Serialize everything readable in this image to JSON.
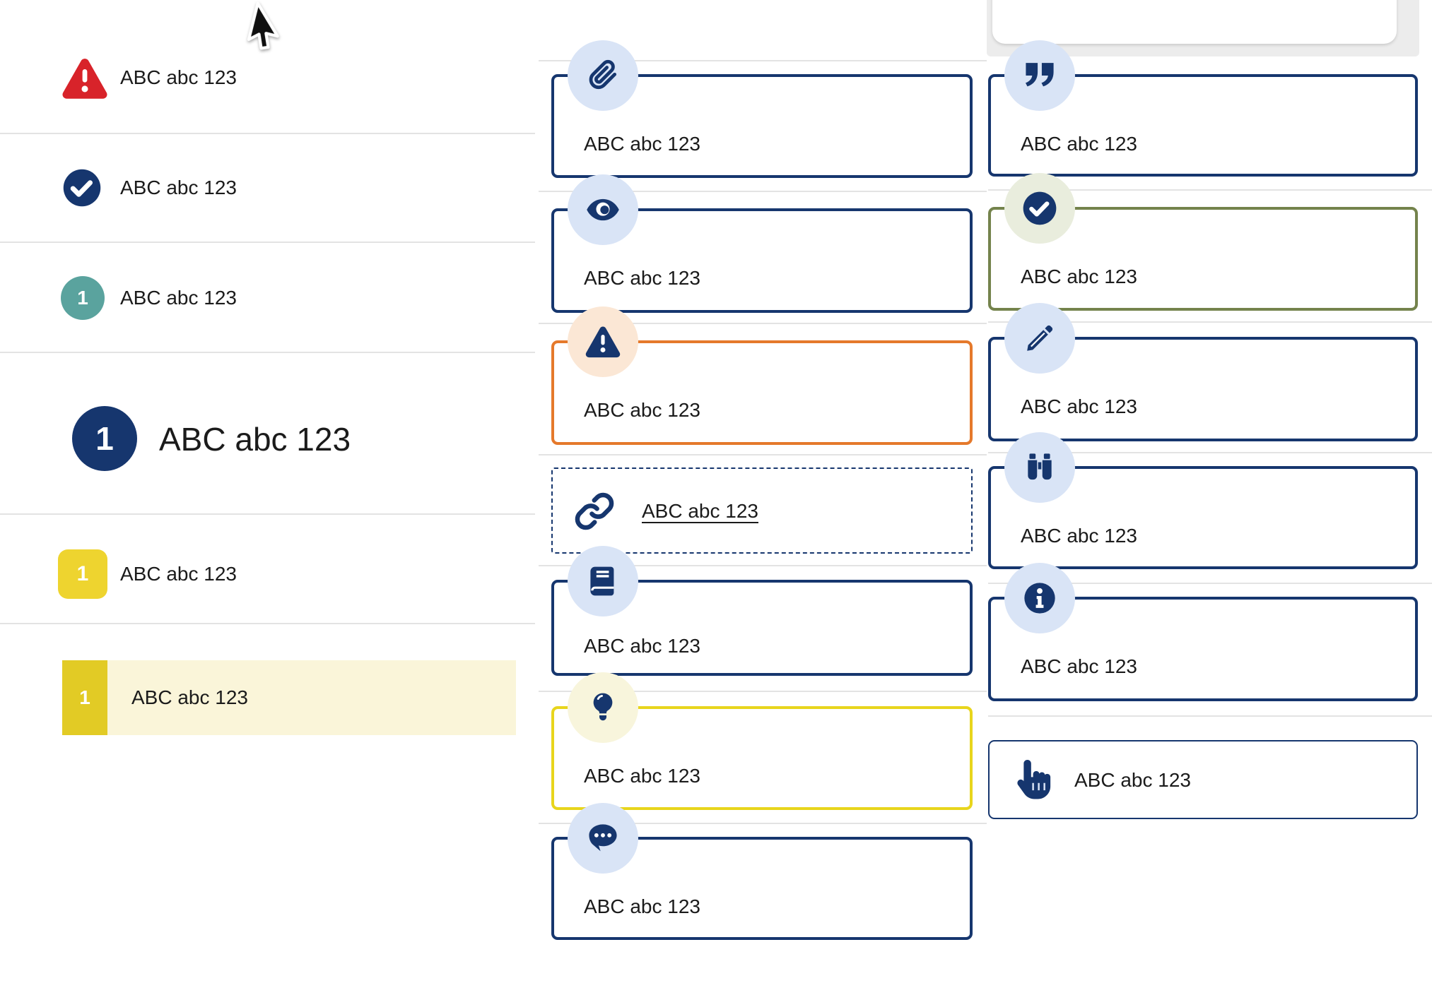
{
  "palette": {
    "navy": "#16366e",
    "light_blue_badge": "#d9e4f6",
    "red": "#d8232a",
    "teal": "#5aa39e",
    "yellow_square": "#eed42f",
    "yellow_square_dark": "#e2cb25",
    "yellow_border": "#e8d51c",
    "pale_yellow_bg": "#faf5d9",
    "pale_yellow_badge": "#f8f5dc",
    "orange_border": "#e5792b",
    "peach_badge": "#fbe7d5",
    "green_border": "#74834c",
    "pale_green_badge": "#e9eddd",
    "divider_grey": "#e3e3e3",
    "top_strip_grey": "#ececec",
    "text": "#1b1b1b"
  },
  "cursor": {
    "icon": "arrow-cursor"
  },
  "top_right_widget": {
    "icon": "card-top-edge"
  },
  "left_list": {
    "items": [
      {
        "icon": "alert-triangle-icon",
        "label": "ABC abc 123"
      },
      {
        "icon": "check-circle-icon",
        "label": "ABC abc 123"
      },
      {
        "icon": "step-badge-teal",
        "number": "1",
        "label": "ABC abc 123"
      },
      {
        "icon": "step-badge-navy-large",
        "number": "1",
        "label": "ABC abc 123"
      },
      {
        "icon": "step-badge-yellow",
        "number": "1",
        "label": "ABC abc 123"
      },
      {
        "icon": "step-badge-yellow-selected",
        "number": "1",
        "label": "ABC abc 123",
        "state": "highlighted"
      }
    ]
  },
  "middle_column": {
    "cards": [
      {
        "icon": "paperclip-icon",
        "label": "ABC abc 123",
        "variant": "navy"
      },
      {
        "icon": "eye-icon",
        "label": "ABC abc 123",
        "variant": "navy"
      },
      {
        "icon": "alert-triangle-icon",
        "label": "ABC abc 123",
        "variant": "orange"
      },
      {
        "icon": "link-icon",
        "label": "ABC abc 123",
        "variant": "dashed-link"
      },
      {
        "icon": "book-icon",
        "label": "ABC abc 123",
        "variant": "navy"
      },
      {
        "icon": "lightbulb-icon",
        "label": "ABC abc 123",
        "variant": "yellow"
      },
      {
        "icon": "speech-bubble-icon",
        "label": "ABC abc 123",
        "variant": "navy"
      }
    ]
  },
  "right_column": {
    "cards": [
      {
        "icon": "quote-icon",
        "label": "ABC abc 123",
        "variant": "navy"
      },
      {
        "icon": "check-circle-icon",
        "label": "ABC abc 123",
        "variant": "green"
      },
      {
        "icon": "pencil-icon",
        "label": "ABC abc 123",
        "variant": "navy"
      },
      {
        "icon": "binoculars-icon",
        "label": "ABC abc 123",
        "variant": "navy"
      },
      {
        "icon": "info-icon",
        "label": "ABC abc 123",
        "variant": "navy"
      },
      {
        "icon": "hand-pointer-icon",
        "label": "ABC abc 123",
        "variant": "thin"
      }
    ]
  }
}
